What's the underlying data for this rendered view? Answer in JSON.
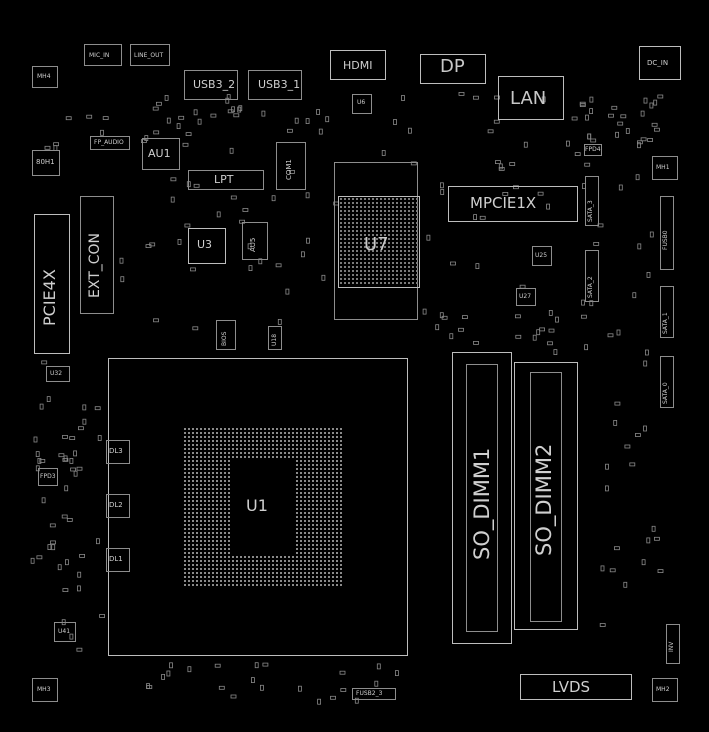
{
  "labels": {
    "mic_in": "MIC_IN",
    "line_out": "LINE_OUT",
    "usb3_2": "USB3_2",
    "usb3_1": "USB3_1",
    "hdmi": "HDMI",
    "dp": "DP",
    "dc_in": "DC_IN",
    "mh4": "MH4",
    "mh1": "MH1",
    "mh2": "MH2",
    "mh3": "MH3",
    "u6": "U6",
    "lan": "LAN",
    "fp_audio": "FP_AUDIO",
    "au1": "AU1",
    "lpt": "LPT",
    "com1": "COM1",
    "u7": "U7",
    "mpcie1x": "MPCIE1X",
    "boh1": "80H1",
    "u3": "U3",
    "au5": "AU5",
    "ext_con": "EXT_CON",
    "pcie4x": "PCIE4X",
    "bios": "BIOS",
    "u18": "U18",
    "u32": "U32",
    "sata_3": "SATA_3",
    "sata_2": "SATA_2",
    "sata_1": "SATA_1",
    "sata_0": "SATA_0",
    "fusb0": "FUSB0",
    "u27": "U27",
    "u25": "U25",
    "dl3": "DL3",
    "dl2": "DL2",
    "dl1": "DL1",
    "u1": "U1",
    "so_dimm1": "SO_DIMM1",
    "so_dimm2": "SO_DIMM2",
    "fusb2_3": "FUSB2_3",
    "lvds": "LVDS",
    "fpd3": "FPD3",
    "fpd4": "FPD4",
    "inv": "INV",
    "u41": "U41"
  },
  "colors": {
    "background": "#000000",
    "outline": "#bdbdbd",
    "text": "#cfcfcf"
  }
}
